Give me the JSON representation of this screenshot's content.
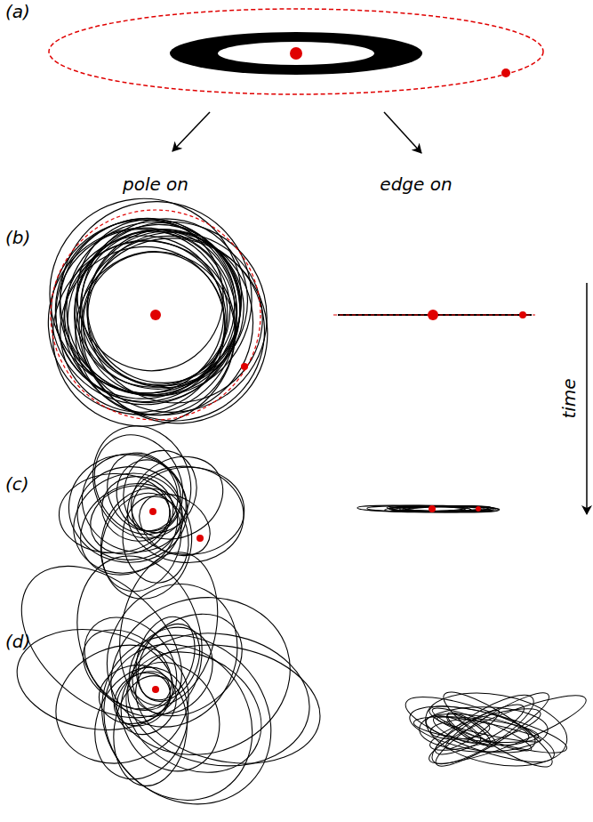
{
  "diagram": {
    "labels": [
      "(a)",
      "pole on",
      "edge on",
      "(b)",
      "time",
      "(c)",
      "(d)"
    ]
  }
}
